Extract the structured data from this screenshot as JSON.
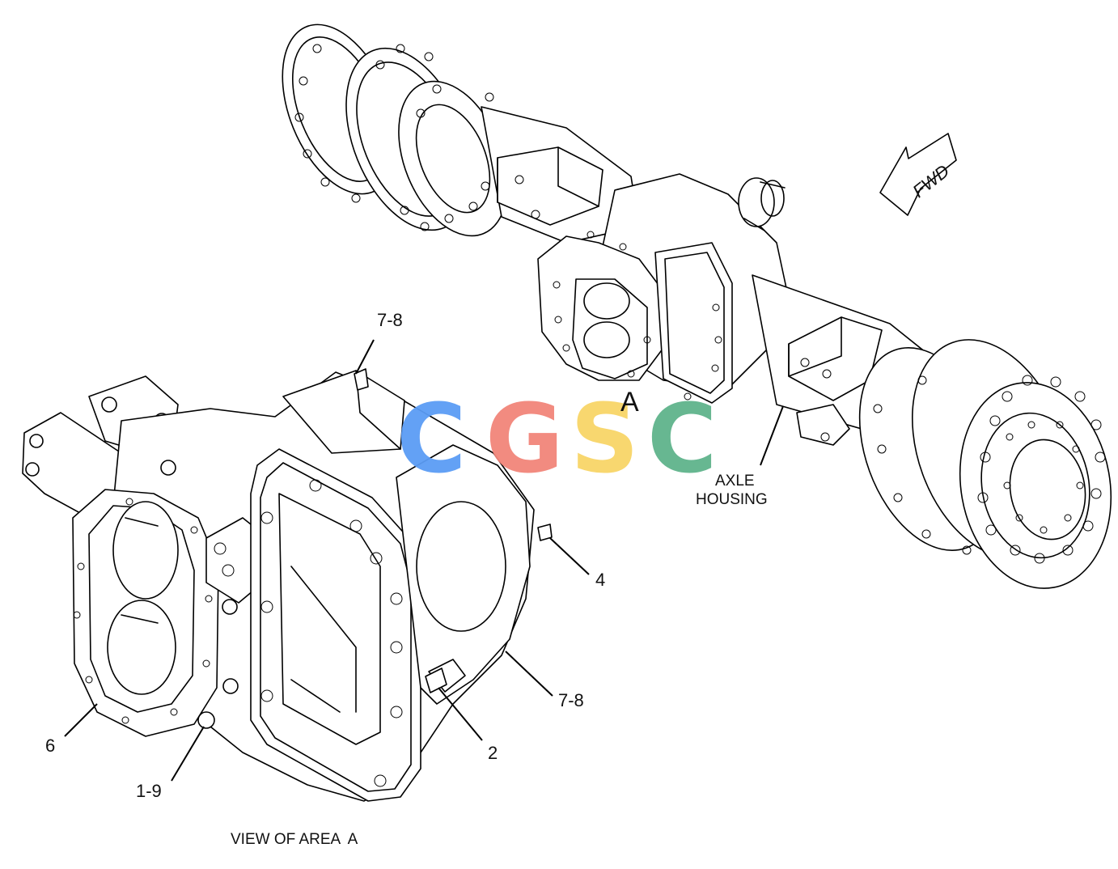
{
  "figure": {
    "view_label": "A",
    "caption": "VIEW OF AREA  A",
    "fwd_label": "FWD"
  },
  "callouts": [
    {
      "id": "c78top",
      "text": "7-8"
    },
    {
      "id": "c4",
      "text": "4"
    },
    {
      "id": "c78",
      "text": "7-8"
    },
    {
      "id": "c2",
      "text": "2"
    },
    {
      "id": "c6",
      "text": "6"
    },
    {
      "id": "c19",
      "text": "1-9"
    }
  ],
  "axle_label": {
    "line1": "AXLE",
    "line2": "HOUSING"
  },
  "watermark": {
    "letters": [
      "C",
      "G",
      "S",
      "C"
    ],
    "colors": [
      "#5b9cf5",
      "#f2857a",
      "#f8d568",
      "#5fb48c"
    ]
  }
}
